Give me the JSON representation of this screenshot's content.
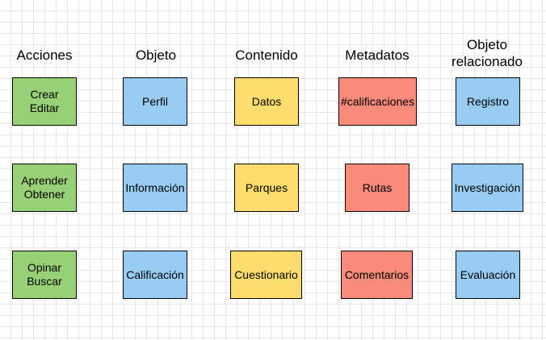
{
  "colors": {
    "green": "#97d077",
    "blue": "#99ccf3",
    "yellow": "#ffdc6e",
    "red": "#fa8a7a",
    "border": "#000000"
  },
  "columns": [
    {
      "header": "Acciones",
      "color": "#97d077",
      "items": [
        "Crear\nEditar",
        "Aprender\nObtener",
        "Opinar\nBuscar"
      ]
    },
    {
      "header": "Objeto",
      "color": "#99ccf3",
      "items": [
        "Perfil",
        "Información",
        "Calificación"
      ]
    },
    {
      "header": "Contenido",
      "color": "#ffdc6e",
      "items": [
        "Datos",
        "Parques",
        "Cuestionario"
      ]
    },
    {
      "header": "Metadatos",
      "color": "#fa8a7a",
      "items": [
        "#calificaciones",
        "Rutas",
        "Comentarios"
      ]
    },
    {
      "header": "Objeto\nrelacionado",
      "color": "#99ccf3",
      "items": [
        "Registro",
        "Investigación",
        "Evaluación"
      ]
    }
  ]
}
